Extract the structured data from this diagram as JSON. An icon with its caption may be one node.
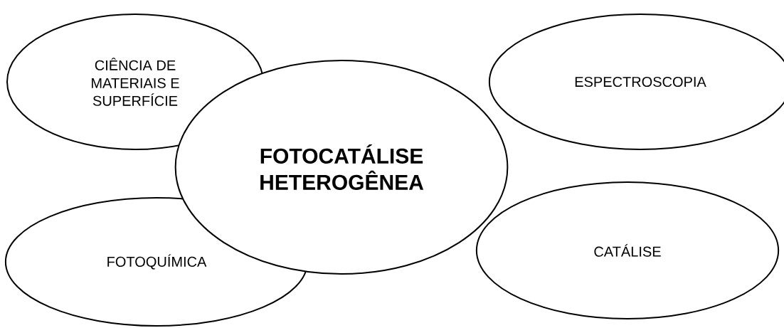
{
  "diagram": {
    "nodes": [
      {
        "text": [
          "CIÊNCIA DE MATERIAIS E SUPERFÍCIE"
        ]
      },
      {
        "text": [
          "ESPECTROSCOPIA"
        ]
      },
      {
        "text": [
          "FOTOCATÁLISE HETEROGÊNEA"
        ]
      },
      {
        "text": [
          "CATÁLISE"
        ]
      },
      {
        "text": [
          "FOTOQUÍMICA"
        ]
      }
    ]
  }
}
